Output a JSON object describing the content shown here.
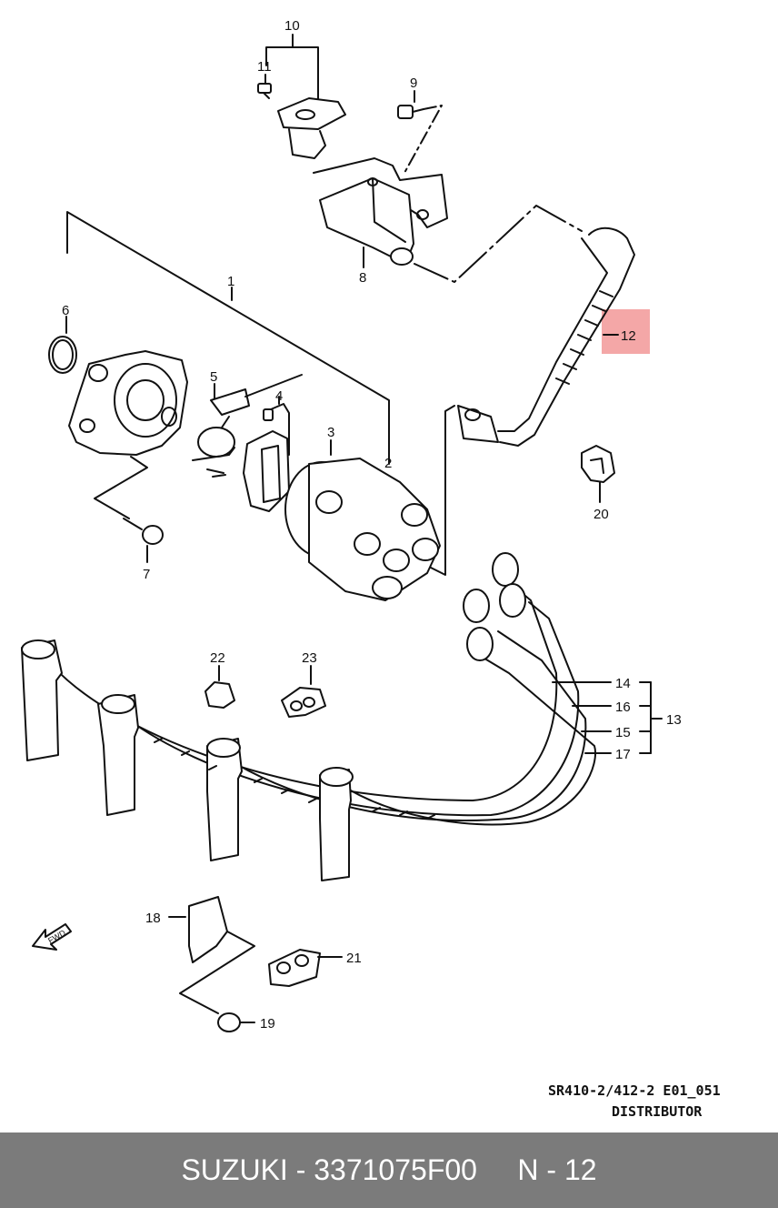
{
  "diagram": {
    "callouts": {
      "c1": "1",
      "c2": "2",
      "c3": "3",
      "c4": "4",
      "c5": "5",
      "c6": "6",
      "c7": "7",
      "c8": "8",
      "c9": "9",
      "c10": "10",
      "c11": "11",
      "c12": "12",
      "c13": "13",
      "c14": "14",
      "c15": "15",
      "c16": "16",
      "c17": "17",
      "c18": "18",
      "c19": "19",
      "c20": "20",
      "c21": "21",
      "c22": "22",
      "c23": "23"
    },
    "highlighted_part": "12",
    "fwd_label": "FWD",
    "drawing_code": "SR410-2/412-2 E01_051",
    "drawing_title": "DISTRIBUTOR"
  },
  "footer": {
    "brand": "SUZUKI",
    "part_number": "3371075F00",
    "position": "N - 12",
    "background_color": "#7b7b7b"
  }
}
